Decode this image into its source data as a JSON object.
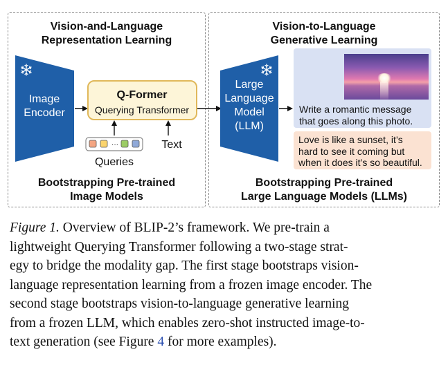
{
  "left_panel": {
    "title_line1": "Vision-and-Language",
    "title_line2": "Representation Learning",
    "image_encoder_line1": "Image",
    "image_encoder_line2": "Encoder",
    "qformer_title": "Q-Former",
    "qformer_subtitle": "Querying Transformer",
    "queries_label": "Queries",
    "query_dots": "···",
    "text_label": "Text",
    "bottom_line1": "Bootstrapping Pre-trained",
    "bottom_line2": "Image Models"
  },
  "right_panel": {
    "title_line1": "Vision-to-Language",
    "title_line2": "Generative Learning",
    "llm_line1": "Large",
    "llm_line2": "Language",
    "llm_line3": "Model",
    "llm_line4": "(LLM)",
    "prompt_line1": "Write a romantic message",
    "prompt_line2": "that goes along this photo.",
    "answer_line1": "Love is like a sunset, it’s",
    "answer_line2": "hard to see it coming but",
    "answer_line3": "when it does it’s so beautiful.",
    "bottom_line1": "Bootstrapping Pre-trained",
    "bottom_line2": "Large Language Models (LLMs)"
  },
  "icons": {
    "frozen": "snowflake-icon"
  },
  "colors": {
    "encoder_blue": "#1f5fa8",
    "qformer_fill": "#fdf5d8",
    "qformer_border": "#e0b85a",
    "prompt_bg": "#d9e1f3",
    "answer_bg": "#fbe2d2",
    "query_colors": [
      "#f4a582",
      "#fbd46d",
      "#9ccc65",
      "#90a9d8"
    ]
  },
  "caption": {
    "label": "Figure 1.",
    "line1": "Overview of BLIP-2’s framework.  We pre-train a",
    "line2": "lightweight Querying Transformer following a two-stage strat-",
    "line3": "egy to bridge the modality gap. The first stage bootstraps vision-",
    "line4": "language representation learning from a frozen image encoder. The",
    "line5": "second stage bootstraps vision-to-language generative learning",
    "line6": "from a frozen LLM, which enables zero-shot instructed image-to-",
    "line7_pre": "text generation (see Figure ",
    "line7_ref": "4",
    "line7_post": " for more examples)."
  }
}
